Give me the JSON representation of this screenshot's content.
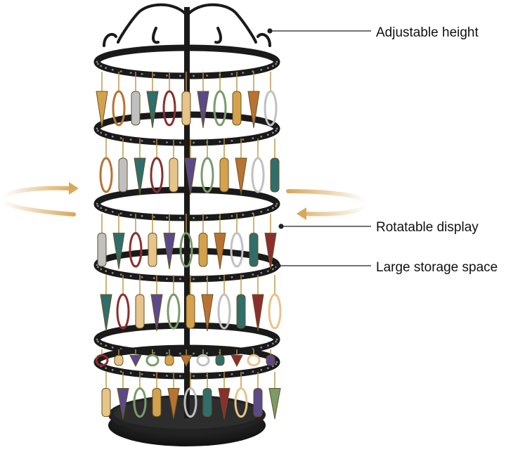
{
  "callouts": {
    "adjustable_height": "Adjustable height",
    "rotatable_display": "Rotatable display",
    "large_storage_space": "Large storage space"
  },
  "product": {
    "tier_count": 6,
    "stand_color": "#1a1a1a",
    "rotation_arrow_color": "#d9a85a"
  }
}
